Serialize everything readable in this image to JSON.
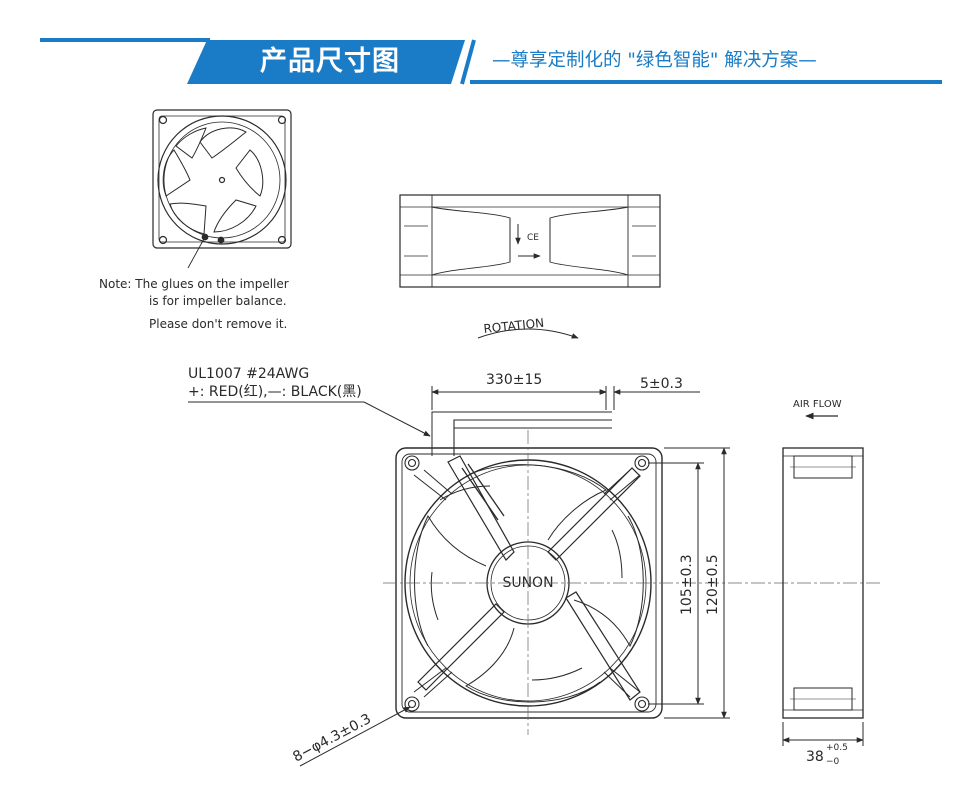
{
  "header": {
    "title": "产品尺寸图",
    "subtitle": "—尊享定制化的 \"绿色智能\" 解决方案—"
  },
  "colors": {
    "accent": "#1a7cc6",
    "line": "#2a2a2a"
  },
  "note": {
    "line1": "Note: The glues on the impeller",
    "line2": "is for impeller balance.",
    "line3": "Please don't remove it."
  },
  "labels": {
    "rotation": "ROTATION",
    "wire_spec": "UL1007  #24AWG",
    "wire_colors": "+: RED(红),—: BLACK(黑)",
    "lead_length": "330±15",
    "strip_length": "5±0.3",
    "air_flow": "AIR  FLOW",
    "hole_spacing": "105±0.3",
    "frame_size": "120±0.5",
    "hole_dia": "8−φ4.3±0.3",
    "brand": "SUNON",
    "thickness_main": "38",
    "thickness_tol_upper": "+0.5",
    "thickness_tol_lower": "−0",
    "ce_mark": "CE"
  }
}
